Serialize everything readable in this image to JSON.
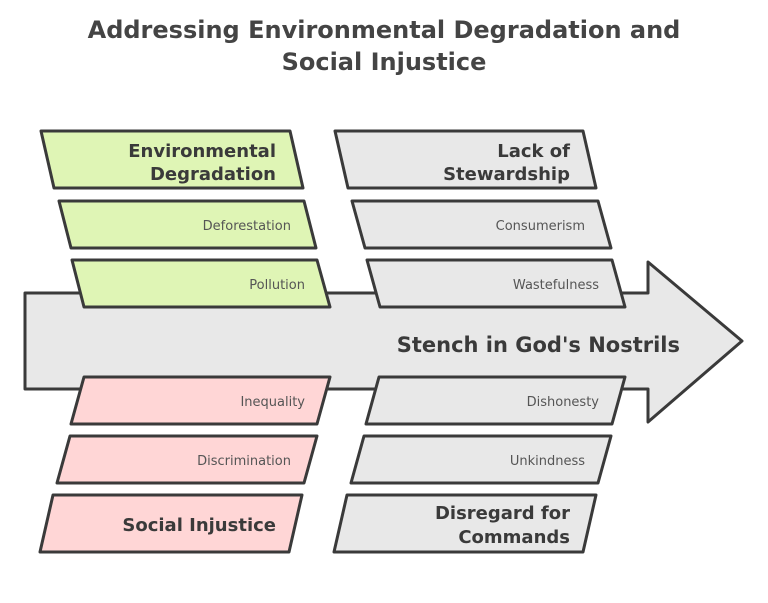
{
  "title_line1": "Addressing Environmental Degradation and",
  "title_line2": "Social Injustice",
  "effect": "Stench in God's Nostrils",
  "categories": [
    {
      "id": "environmental",
      "head": [
        "Environmental",
        "Degradation"
      ],
      "causes": [
        "Deforestation",
        "Pollution"
      ],
      "color": "#dff5b5"
    },
    {
      "id": "stewardship",
      "head": [
        "Lack of",
        "Stewardship"
      ],
      "causes": [
        "Consumerism",
        "Wastefulness"
      ],
      "color": "#e8e8e8"
    },
    {
      "id": "injustice",
      "head": [
        "Social Injustice"
      ],
      "causes": [
        "Inequality",
        "Discrimination"
      ],
      "color": "#ffd6d6"
    },
    {
      "id": "commands",
      "head": [
        "Disregard for",
        "Commands"
      ],
      "causes": [
        "Dishonesty",
        "Unkindness"
      ],
      "color": "#e8e8e8"
    }
  ],
  "colors": {
    "stroke": "#3a3a3a",
    "spine": "#e8e8e8"
  }
}
